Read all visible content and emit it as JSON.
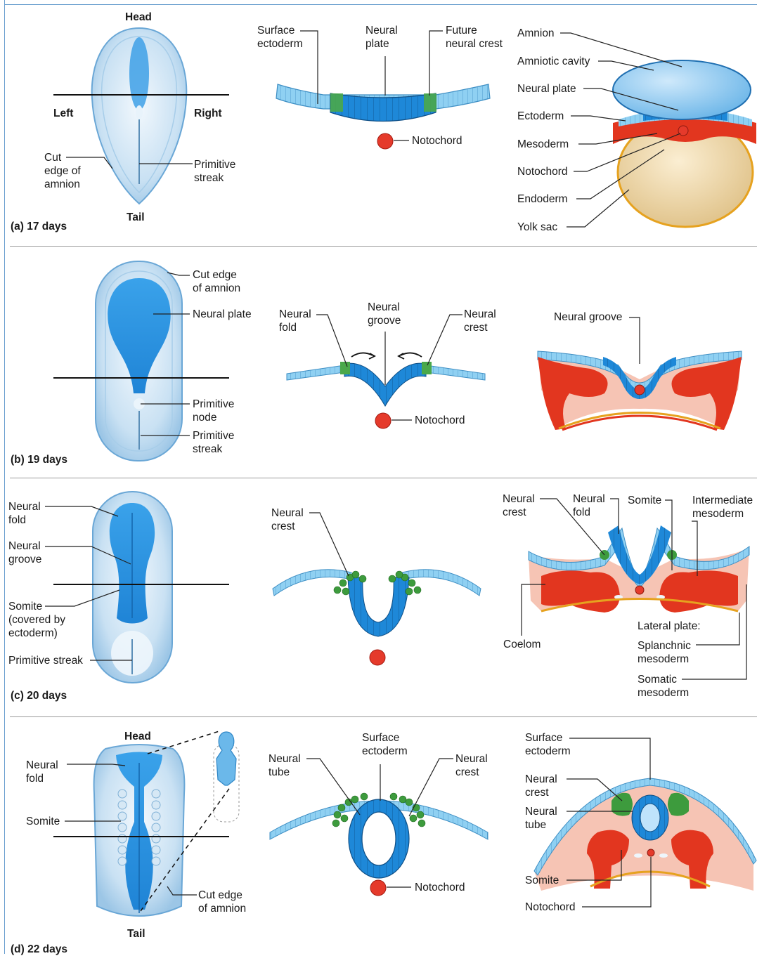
{
  "panels": {
    "a": {
      "title": "(a) 17 days",
      "embryo": {
        "head": "Head",
        "tail": "Tail",
        "left": "Left",
        "right": "Right",
        "cut_edge": "Cut\nedge of\namnion",
        "primitive_streak": "Primitive\nstreak"
      },
      "section": {
        "surface_ectoderm": "Surface\nectoderm",
        "neural_plate": "Neural\nplate",
        "future_neural_crest": "Future\nneural crest",
        "notochord": "Notochord"
      },
      "detail": {
        "amnion": "Amnion",
        "amniotic_cavity": "Amniotic cavity",
        "neural_plate": "Neural plate",
        "ectoderm": "Ectoderm",
        "mesoderm": "Mesoderm",
        "notochord": "Notochord",
        "endoderm": "Endoderm",
        "yolk_sac": "Yolk sac"
      }
    },
    "b": {
      "title": "(b) 19 days",
      "embryo": {
        "cut_edge": "Cut edge\nof amnion",
        "neural_plate": "Neural plate",
        "primitive_node": "Primitive\nnode",
        "primitive_streak": "Primitive\nstreak"
      },
      "section": {
        "neural_fold": "Neural\nfold",
        "neural_groove": "Neural\ngroove",
        "neural_crest": "Neural\ncrest",
        "notochord": "Notochord"
      },
      "detail": {
        "neural_groove": "Neural groove"
      }
    },
    "c": {
      "title": "(c) 20 days",
      "embryo": {
        "neural_fold": "Neural\nfold",
        "neural_groove": "Neural\ngroove",
        "somite": "Somite\n(covered by\nectoderm)",
        "primitive_streak": "Primitive streak"
      },
      "section": {
        "neural_crest": "Neural\ncrest"
      },
      "detail": {
        "neural_crest": "Neural\ncrest",
        "neural_fold": "Neural\nfold",
        "somite": "Somite",
        "intermediate_mesoderm": "Intermediate\nmesoderm",
        "coelom": "Coelom",
        "lateral_plate": "Lateral plate:",
        "splanchnic": "Splanchnic\nmesoderm",
        "somatic": "Somatic\nmesoderm"
      }
    },
    "d": {
      "title": "(d) 22 days",
      "embryo": {
        "head": "Head",
        "tail": "Tail",
        "neural_fold": "Neural\nfold",
        "somite": "Somite",
        "cut_edge": "Cut edge\nof amnion"
      },
      "section": {
        "surface_ectoderm": "Surface\nectoderm",
        "neural_tube": "Neural\ntube",
        "neural_crest": "Neural\ncrest",
        "notochord": "Notochord"
      },
      "detail": {
        "surface_ectoderm": "Surface\nectoderm",
        "neural_crest": "Neural\ncrest",
        "neural_tube": "Neural\ntube",
        "somite": "Somite",
        "notochord": "Notochord"
      }
    }
  },
  "colors": {
    "neural": "#1e88d8",
    "neural_dark": "#1466ad",
    "ectoderm": "#8fd0f2",
    "crest": "#4aa84a",
    "notochord": "#e53a2b",
    "mesoderm": "#e2361f",
    "mesoderm_light": "#f6c4b4",
    "yolk": "#e8cc94",
    "yolk_edge": "#e6a21f",
    "amnion_fill": "#8fc9ef",
    "embryo_fill": "#cfe5f4"
  }
}
